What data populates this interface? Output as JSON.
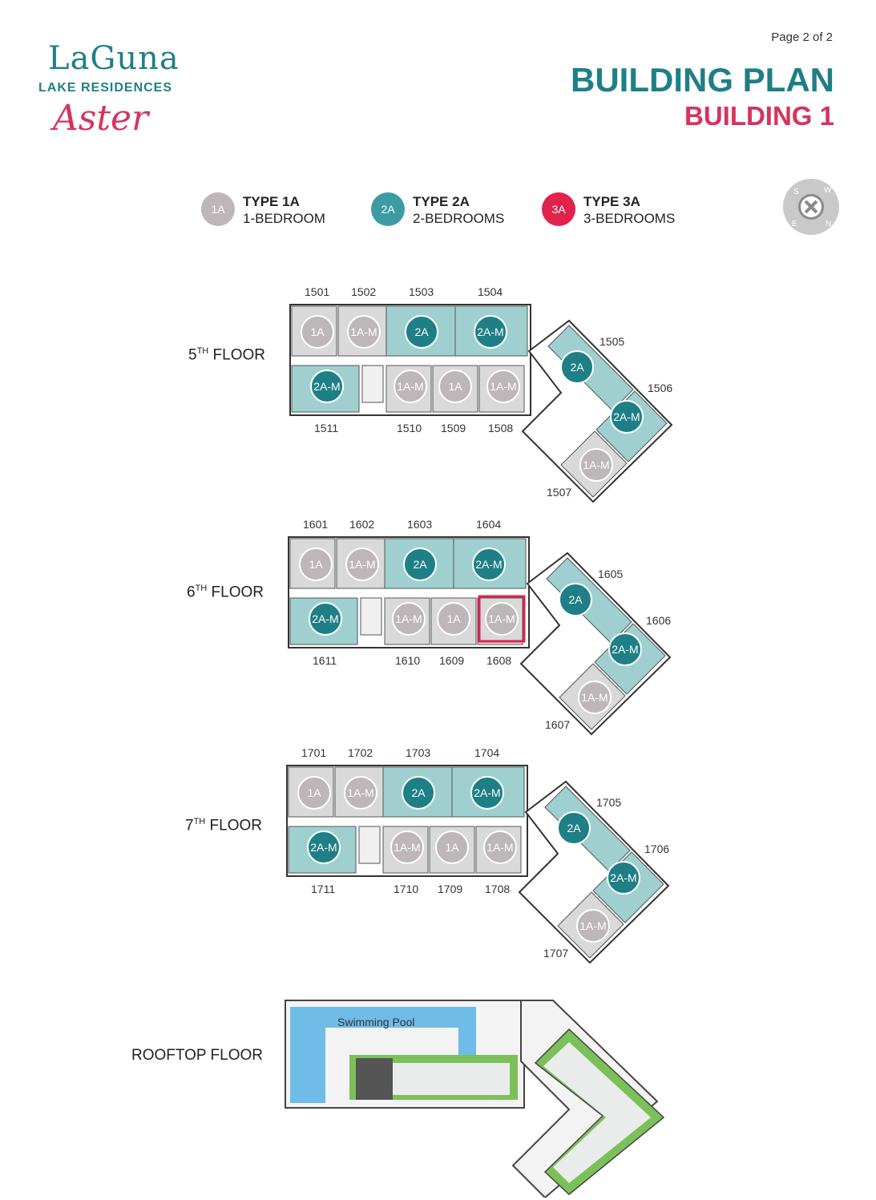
{
  "brand": {
    "name": "LaGuna",
    "tagline": "LAKE RESIDENCES",
    "script": "Aster"
  },
  "page": "Page 2 of 2",
  "title": "BUILDING PLAN",
  "subtitle": "BUILDING 1",
  "legend": [
    {
      "code": "1A",
      "type": "TYPE 1A",
      "desc": "1-BEDROOM",
      "color": "#bdb7b9"
    },
    {
      "code": "2A",
      "type": "TYPE 2A",
      "desc": "2-BEDROOMS",
      "color": "#3d9ca3"
    },
    {
      "code": "3A",
      "type": "TYPE 3A",
      "desc": "3-BEDROOMS",
      "color": "#e0224c"
    }
  ],
  "compass": {
    "s": "S",
    "w": "W",
    "e": "E",
    "n": "N"
  },
  "floors": [
    {
      "label": "5",
      "sup": "TH",
      "rest": " FLOOR",
      "units_top": [
        "1501",
        "1502",
        "1503",
        "1504"
      ],
      "units_bottom": [
        "1511",
        "1510",
        "1509",
        "1508"
      ],
      "units_wing": [
        "1505",
        "1506",
        "1507"
      ]
    },
    {
      "label": "6",
      "sup": "TH",
      "rest": " FLOOR",
      "units_top": [
        "1601",
        "1602",
        "1603",
        "1604"
      ],
      "units_bottom": [
        "1611",
        "1610",
        "1609",
        "1608"
      ],
      "units_wing": [
        "1605",
        "1606",
        "1607"
      ]
    },
    {
      "label": "7",
      "sup": "TH",
      "rest": " FLOOR",
      "units_top": [
        "1701",
        "1702",
        "1703",
        "1704"
      ],
      "units_bottom": [
        "1711",
        "1710",
        "1709",
        "1708"
      ],
      "units_wing": [
        "1705",
        "1706",
        "1707"
      ]
    }
  ],
  "unit_badges": {
    "top": [
      "1A",
      "1A-M",
      "2A",
      "2A-M"
    ],
    "bottom": [
      "2A-M",
      "1A-M",
      "1A",
      "1A-M"
    ],
    "wing": [
      "2A",
      "2A-M",
      "1A-M"
    ]
  },
  "rooftop": {
    "label": "ROOFTOP FLOOR",
    "pool": "Swimming Pool"
  }
}
